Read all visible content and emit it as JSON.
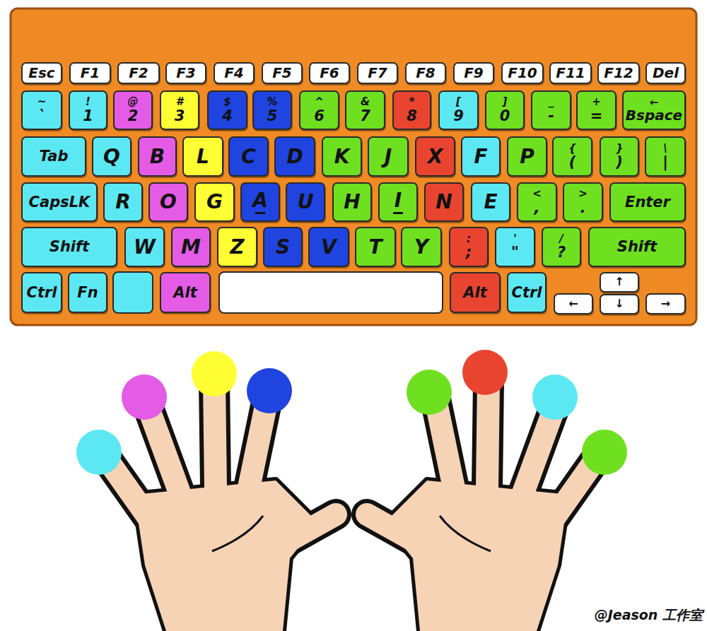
{
  "diagram": {
    "nodes": [
      {
        "text": [
          "Esc"
        ]
      },
      {
        "text": [
          "F1"
        ]
      },
      {
        "text": [
          "F2"
        ]
      },
      {
        "text": [
          "F3"
        ]
      },
      {
        "text": [
          "F4"
        ]
      },
      {
        "text": [
          "F5"
        ]
      },
      {
        "text": [
          "F6"
        ]
      },
      {
        "text": [
          "F7"
        ]
      },
      {
        "text": [
          "F8"
        ]
      },
      {
        "text": [
          "F9"
        ]
      },
      {
        "text": [
          "F10"
        ]
      },
      {
        "text": [
          "F11"
        ]
      },
      {
        "text": [
          "F12"
        ]
      },
      {
        "text": [
          "Del"
        ]
      },
      {
        "text": [
          "~",
          "`"
        ]
      },
      {
        "text": [
          "!",
          "1"
        ]
      },
      {
        "text": [
          "@",
          "2"
        ]
      },
      {
        "text": [
          "#",
          "3"
        ]
      },
      {
        "text": [
          "$",
          "4"
        ]
      },
      {
        "text": [
          "%",
          "5"
        ]
      },
      {
        "text": [
          "^",
          "6"
        ]
      },
      {
        "text": [
          "&",
          "7"
        ]
      },
      {
        "text": [
          "*",
          "8"
        ]
      },
      {
        "text": [
          "[",
          "9"
        ]
      },
      {
        "text": [
          "]",
          "0"
        ]
      },
      {
        "text": [
          "_",
          "-"
        ]
      },
      {
        "text": [
          "+",
          "="
        ]
      },
      {
        "text": [
          "←",
          "Bspace"
        ]
      },
      {
        "text": [
          "Tab"
        ]
      },
      {
        "text": [
          "Q"
        ]
      },
      {
        "text": [
          "B"
        ]
      },
      {
        "text": [
          "L"
        ]
      },
      {
        "text": [
          "C"
        ]
      },
      {
        "text": [
          "D"
        ]
      },
      {
        "text": [
          "K"
        ]
      },
      {
        "text": [
          "J"
        ]
      },
      {
        "text": [
          "X"
        ]
      },
      {
        "text": [
          "F"
        ]
      },
      {
        "text": [
          "P"
        ]
      },
      {
        "text": [
          "{",
          "("
        ]
      },
      {
        "text": [
          "}",
          ")"
        ]
      },
      {
        "text": [
          "\\",
          "|"
        ]
      },
      {
        "text": [
          "CapsLK"
        ]
      },
      {
        "text": [
          "R"
        ]
      },
      {
        "text": [
          "O"
        ]
      },
      {
        "text": [
          "G"
        ]
      },
      {
        "text": [
          "A"
        ]
      },
      {
        "text": [
          "U"
        ]
      },
      {
        "text": [
          "H"
        ]
      },
      {
        "text": [
          "I"
        ]
      },
      {
        "text": [
          "N"
        ]
      },
      {
        "text": [
          "E"
        ]
      },
      {
        "text": [
          "<",
          ","
        ]
      },
      {
        "text": [
          ">",
          "."
        ]
      },
      {
        "text": [
          "Enter"
        ]
      },
      {
        "text": [
          "Shift"
        ]
      },
      {
        "text": [
          "W"
        ]
      },
      {
        "text": [
          "M"
        ]
      },
      {
        "text": [
          "Z"
        ]
      },
      {
        "text": [
          "S"
        ]
      },
      {
        "text": [
          "V"
        ]
      },
      {
        "text": [
          "T"
        ]
      },
      {
        "text": [
          "Y"
        ]
      },
      {
        "text": [
          ":",
          ";"
        ]
      },
      {
        "text": [
          "'",
          "\""
        ]
      },
      {
        "text": [
          "/",
          "?"
        ]
      },
      {
        "text": [
          "Shift"
        ]
      },
      {
        "text": [
          "Ctrl"
        ]
      },
      {
        "text": [
          "Fn"
        ]
      },
      {
        "text": [
          "Alt"
        ]
      },
      {
        "text": [
          "Alt"
        ]
      },
      {
        "text": [
          "Ctrl"
        ]
      },
      {
        "text": [
          "←"
        ]
      },
      {
        "text": [
          "↑"
        ]
      },
      {
        "text": [
          "↓"
        ]
      },
      {
        "text": [
          "→"
        ]
      }
    ],
    "labels": [
      "@Jeason 工作室"
    ]
  }
}
